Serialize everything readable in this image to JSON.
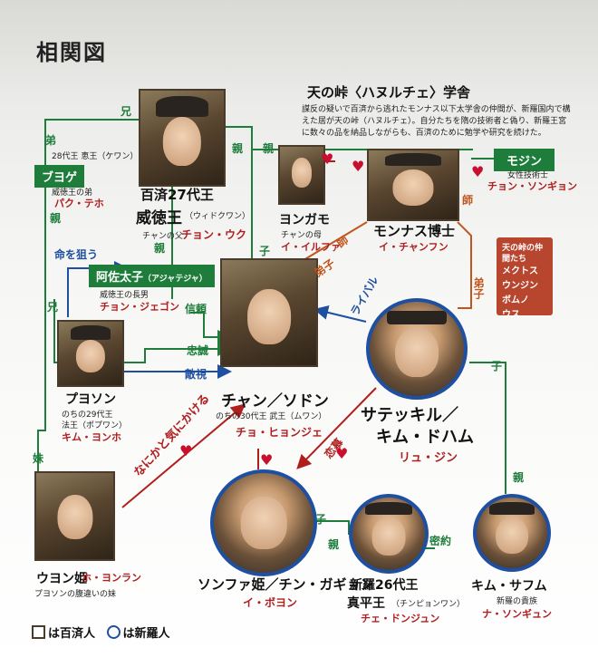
{
  "title": "相関図",
  "hukan": {
    "title": "天の峠〈ハヌルチェ〉学舎",
    "description": "謀反の疑いで百済から逃れたモンナス以下太学舎の仲間が、新羅国内で構えた居が天の峠（ハヌルチェ）。自分たちを隋の技術者と偽り、新羅王宮に数々の品を納品しながらも、百済のために勉学や研究を続けた。"
  },
  "peers": {
    "title": "天の峠の仲間たち",
    "names": [
      "メクトス",
      "ウンジン",
      "ボムノ",
      "ウス"
    ]
  },
  "characters": {
    "wideok": {
      "name": "百済27代王",
      "name2": "威徳王",
      "reading": "（ウィドクワン）",
      "note": "チャンの父",
      "actor": "チョン・ウク"
    },
    "boge": {
      "label": "ブヨゲ",
      "note1": "28代王 恵王（ケワン）",
      "note2": "威徳王の弟",
      "actor": "パク・テホ"
    },
    "asa": {
      "label": "阿佐太子",
      "reading": "（アジャテジャ）",
      "note": "威徳王の長男",
      "actor": "チョン・ジェゴン"
    },
    "yeongamo": {
      "name": "ヨンガモ",
      "note": "チャンの母",
      "actor": "イ・イルファ"
    },
    "monnas": {
      "name": "モンナス博士",
      "actor": "イ・チャンフン"
    },
    "mojin": {
      "label": "モジン",
      "note": "女性技術士",
      "actor": "チョン・ソンギョン"
    },
    "buyeoseon": {
      "name": "プヨソン",
      "note1": "のちの29代王",
      "note2": "法王（ポプワン）",
      "actor": "キム・ヨンホ"
    },
    "jang": {
      "name": "チャン／ソドン",
      "note": "のちの30代王 武王（ムワン）",
      "actor": "チョ・ヒョンジェ"
    },
    "satekkil": {
      "name": "サテッキル／",
      "name2": "キム・ドハム",
      "actor": "リュ・ジン"
    },
    "ueon": {
      "name": "ウヨン姫",
      "actor": "ホ・ヨンラン",
      "note": "プヨソンの腹違いの妹"
    },
    "seonhwa": {
      "name": "ソンファ姫／チン・ガギョン",
      "actor": "イ・ボヨン"
    },
    "jinpyeong": {
      "name": "新羅26代王",
      "name2": "真平王",
      "reading": "（チンピョンワン）",
      "actor": "チェ・ドンジュン"
    },
    "kimsahum": {
      "name": "キム・サフム",
      "note": "新羅の貴族",
      "actor": "ナ・ソンギュン"
    }
  },
  "relations": {
    "ani": "兄",
    "otouto": "弟",
    "oya1": "親",
    "oya2": "親",
    "oya3": "親",
    "oya4": "親",
    "oya5": "親",
    "ko1": "子",
    "ko2": "子",
    "ko3": "子",
    "inochi": "命を狙う",
    "ani2": "兄",
    "shinrai": "信頼",
    "chusei": "忠誠",
    "tekishi": "敵視",
    "shi": "師",
    "deshi1": "弟子",
    "deshi2": "弟子",
    "rival": "ライバル",
    "renbo": "恋慕",
    "naniga": "なにかと気にかける",
    "mitsuyaku": "密約",
    "imouto": "妹"
  },
  "legend": {
    "baekje": "は百済人",
    "silla": "は新羅人"
  },
  "colors": {
    "green": "#1e7d3a",
    "blue": "#1f4fa0",
    "red": "#b01e1e",
    "orange": "#c0561e"
  }
}
